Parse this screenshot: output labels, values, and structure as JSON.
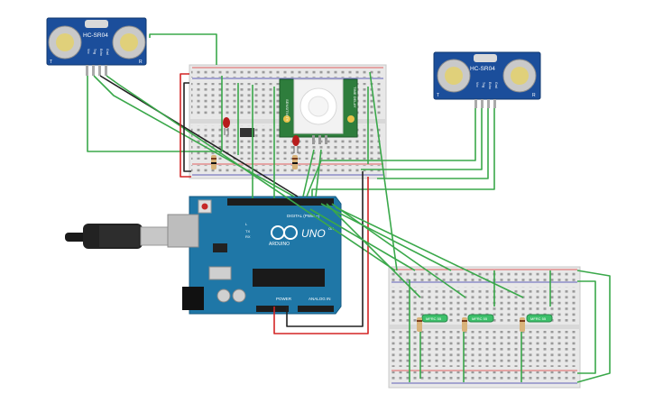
{
  "sensor_left": {
    "model_label": "HC-SR04",
    "pin_labels": [
      "Vcc",
      "Trig",
      "Echo",
      "Gnd"
    ],
    "corner_t": "T",
    "corner_r": "R"
  },
  "sensor_right": {
    "model_label": "HC-SR04",
    "pin_labels": [
      "Vcc",
      "Trig",
      "Echo",
      "Gnd"
    ],
    "corner_t": "T",
    "corner_r": "R"
  },
  "pir": {
    "label_left": "SENSITIVITY",
    "label_right": "TIME DELAY"
  },
  "arduino": {
    "logo_text": "UNO",
    "brand_text": "ARDUINO",
    "digital_label": "DIGITAL (PWM ~)",
    "power_label": "POWER",
    "analog_label": "ANALOG IN",
    "led_labels": [
      "L",
      "TX",
      "RX"
    ],
    "on_label": "ON"
  },
  "led_bars": {
    "label": "MFRC 55"
  },
  "colors": {
    "board_blue": "#1f77a7",
    "sensor_blue": "#1b4e9b",
    "pir_green": "#2e7d3c",
    "wire_green": "#3aa84a",
    "wire_red": "#d32525",
    "wire_black": "#222222",
    "breadboard": "#e9e9e9"
  }
}
